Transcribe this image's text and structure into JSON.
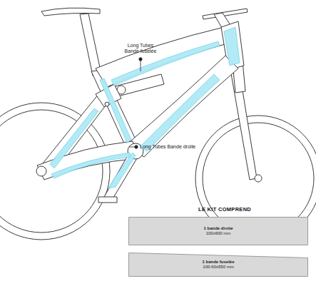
{
  "diagram": {
    "title": "LE KIT COMPREND",
    "nodes": [
      {
        "text": [
          "1 bande droite",
          "100x600 mm"
        ]
      },
      {
        "text": [
          "1 bande fuselée",
          "100-60x550 mm"
        ]
      }
    ],
    "labels": [
      "Long Tubes Bande fuselée",
      "Long Tubes Bande droite"
    ]
  }
}
